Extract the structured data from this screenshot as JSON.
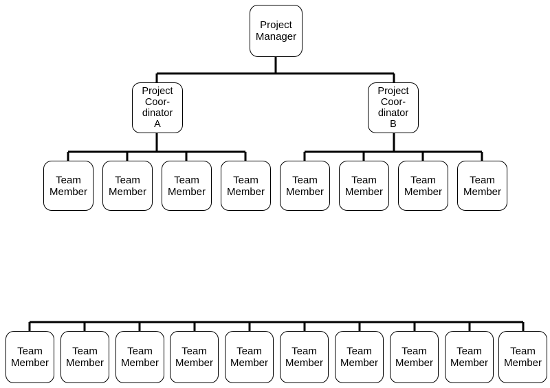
{
  "manager": {
    "lines": [
      "Project",
      "Manager"
    ]
  },
  "coordinators": [
    {
      "lines": [
        "Project",
        "Coor-",
        "dinator",
        "A"
      ]
    },
    {
      "lines": [
        "Project",
        "Coor-",
        "dinator",
        "B"
      ]
    }
  ],
  "team_member_lines": [
    "Team",
    "Member"
  ],
  "team_a_count": 4,
  "team_b_count": 4,
  "flat_team_count": 10
}
